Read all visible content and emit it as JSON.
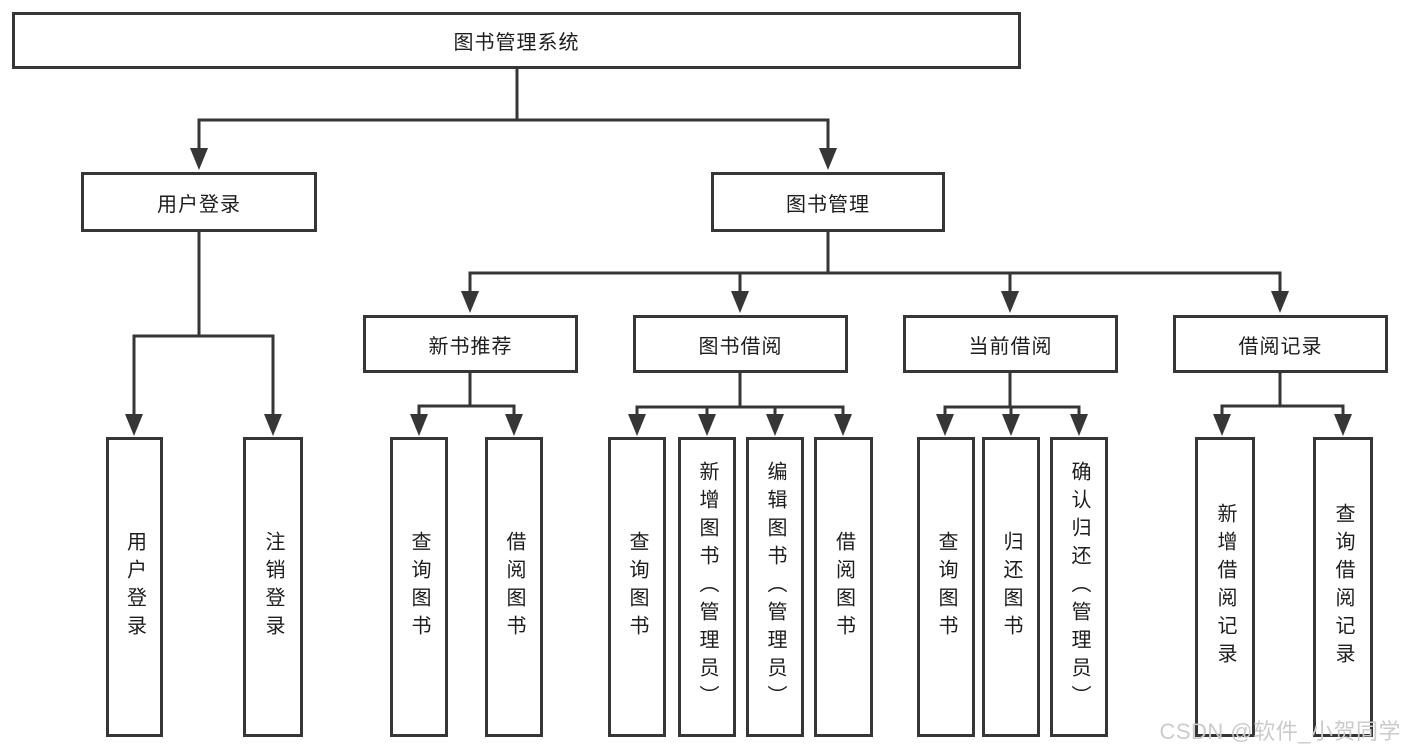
{
  "diagram_title": "图书管理系统",
  "tree": {
    "label": "图书管理系统",
    "children": [
      {
        "label": "用户登录",
        "children": [
          {
            "label": "用户登录"
          },
          {
            "label": "注销登录"
          }
        ]
      },
      {
        "label": "图书管理",
        "children": [
          {
            "label": "新书推荐",
            "children": [
              {
                "label": "查询图书"
              },
              {
                "label": "借阅图书"
              }
            ]
          },
          {
            "label": "图书借阅",
            "children": [
              {
                "label": "查询图书"
              },
              {
                "label": "新增图书（管理员）"
              },
              {
                "label": "编辑图书（管理员）"
              },
              {
                "label": "借阅图书"
              }
            ]
          },
          {
            "label": "当前借阅",
            "children": [
              {
                "label": "查询图书"
              },
              {
                "label": "归还图书"
              },
              {
                "label": "确认归还（管理员）"
              }
            ]
          },
          {
            "label": "借阅记录",
            "children": [
              {
                "label": "新增借阅记录"
              },
              {
                "label": "查询借阅记录"
              }
            ]
          }
        ]
      }
    ]
  },
  "watermark": {
    "text": "CSDN @软件_小贺同学"
  },
  "colors": {
    "line": "#363636",
    "node_border": "#363636",
    "text": "#1d1d1d",
    "watermark": "#cbcbcb",
    "background": "#ffffff"
  }
}
